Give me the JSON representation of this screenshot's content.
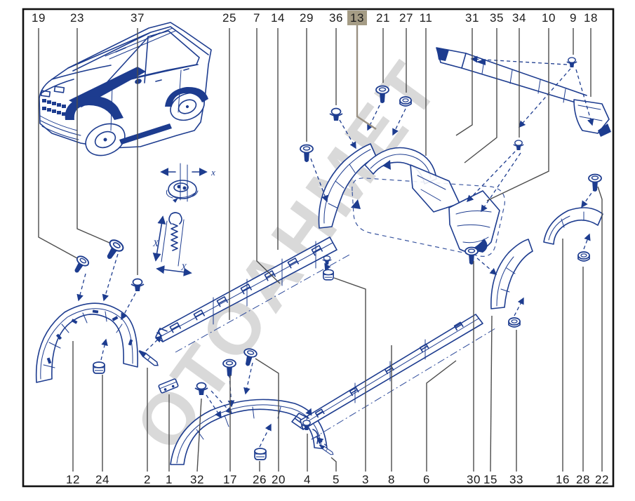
{
  "watermark": {
    "text": "OTOAHMET"
  },
  "callouts": {
    "top": [
      "19",
      "23",
      "37",
      "25",
      "7",
      "14",
      "29",
      "36",
      "13",
      "21",
      "27",
      "11",
      "31",
      "35",
      "34",
      "10",
      "9",
      "18"
    ],
    "bottom": [
      "12",
      "24",
      "2",
      "1",
      "32",
      "17",
      "26",
      "20",
      "4",
      "5",
      "3",
      "8",
      "6",
      "30",
      "15",
      "33",
      "16",
      "28",
      "22"
    ],
    "highlighted": "13"
  },
  "insets": {
    "dim_labels": [
      "x",
      "X",
      "X"
    ]
  },
  "colors": {
    "artwork_line": "#1d3c8f",
    "leader_line": "#4d4d4d",
    "highlight_bg": "#a59c85",
    "watermark": "#d9d9d9",
    "frame": "#111111",
    "background": "#ffffff"
  }
}
